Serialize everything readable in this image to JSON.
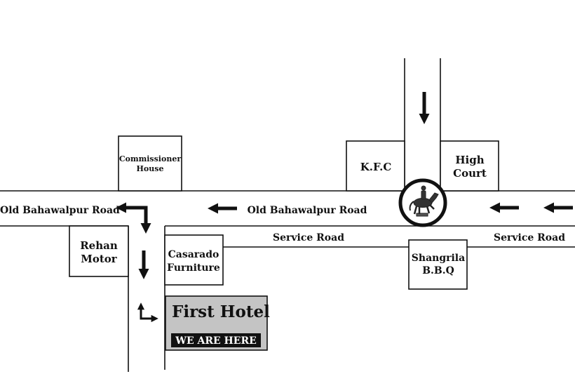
{
  "roads": {
    "main_road_west": "Old Bahawalpur Road",
    "main_road_center": "Old Bahawalpur Road",
    "service_road_center": "Service Road",
    "service_road_east": "Service Road"
  },
  "buildings": {
    "commissioner_house": {
      "line1": "Commissioner",
      "line2": "House"
    },
    "kfc": {
      "line1": "K.F.C"
    },
    "high_court": {
      "line1": "High",
      "line2": "Court"
    },
    "rehan_motor": {
      "line1": "Rehan",
      "line2": "Motor"
    },
    "casarado_furniture": {
      "line1": "Casarado",
      "line2": "Furniture"
    },
    "shangrila_bbq": {
      "line1": "Shangrila",
      "line2": "B.B.Q"
    }
  },
  "hotel": {
    "name": "First Hotel",
    "badge": "WE ARE HERE",
    "fill_color": "#c4c4c4"
  },
  "icons": {
    "roundabout": "horse-rider-statue-icon",
    "direction": "arrow-icon"
  },
  "colors": {
    "line": "#111111",
    "background": "#ffffff",
    "badge_bg": "#111111",
    "badge_text": "#ffffff"
  }
}
